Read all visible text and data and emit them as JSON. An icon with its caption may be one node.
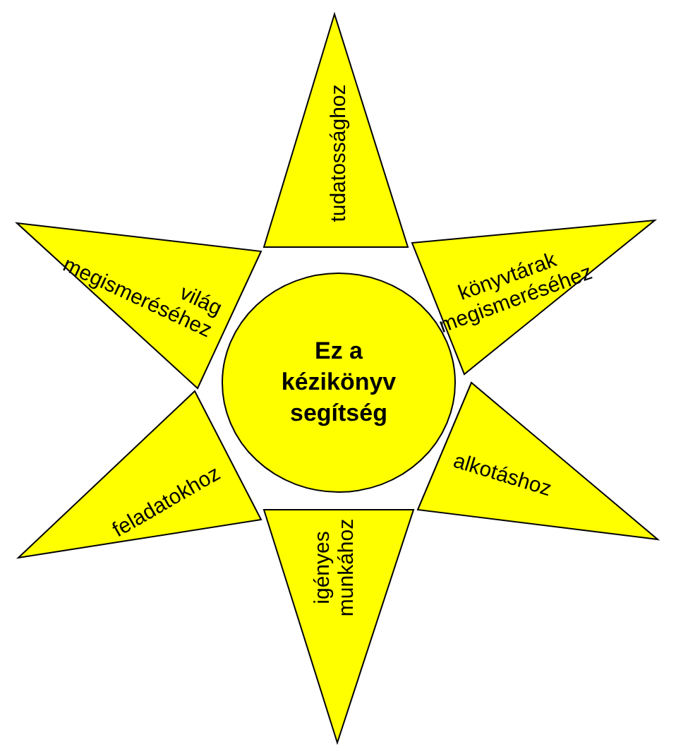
{
  "diagram": {
    "nodes": [
      {
        "text": [
          "Ez a kézikönyv segítség"
        ]
      },
      {
        "text": [
          "tudatossághoz"
        ]
      },
      {
        "text": [
          "könyvtárak megismeréséhez"
        ]
      },
      {
        "text": [
          "alkotáshoz"
        ]
      },
      {
        "text": [
          "igényes munkához"
        ]
      },
      {
        "text": [
          "feladatokhoz"
        ]
      },
      {
        "text": [
          "világ megismeréséhez"
        ]
      }
    ]
  }
}
